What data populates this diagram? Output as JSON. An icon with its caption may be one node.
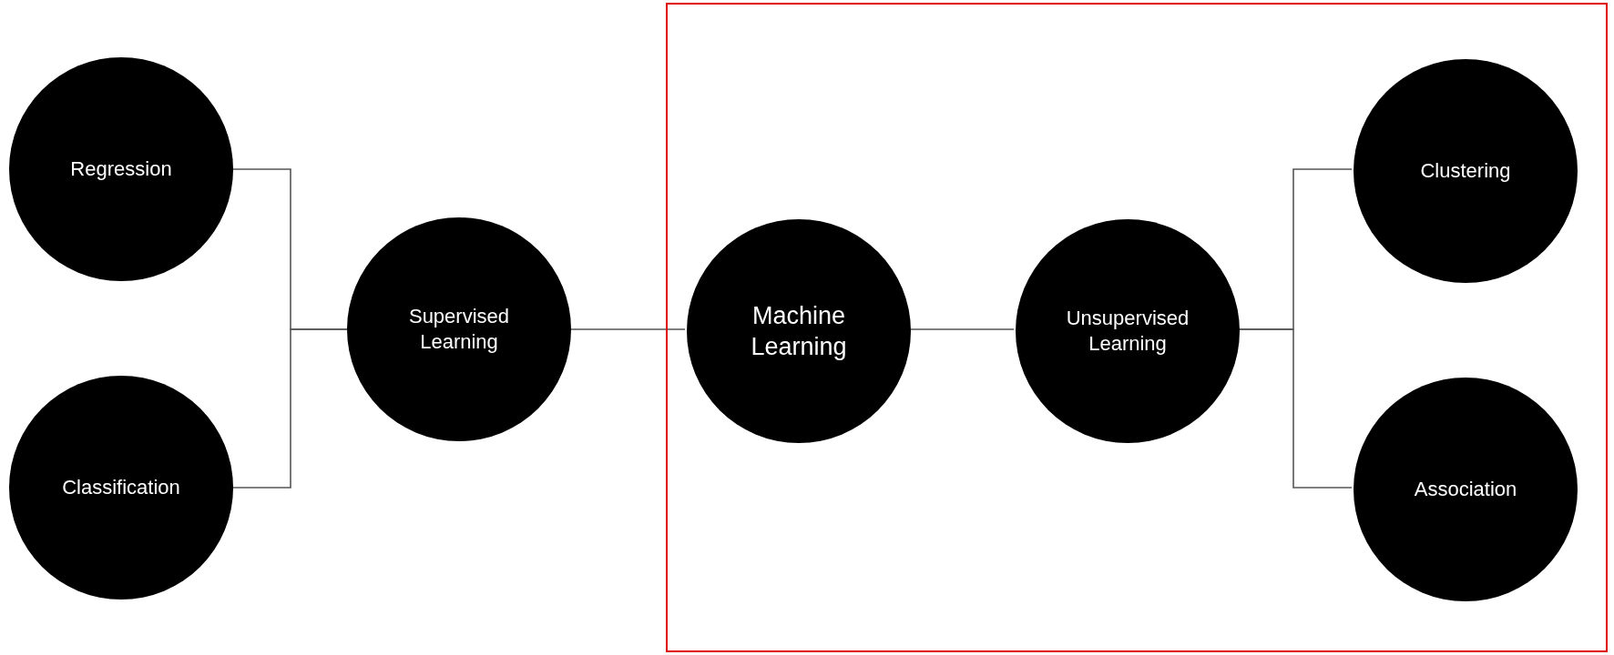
{
  "diagram": {
    "nodes": [
      {
        "text": [
          "Regression"
        ]
      },
      {
        "text": [
          "Classification"
        ]
      },
      {
        "text": [
          "Supervised Learning"
        ]
      },
      {
        "text": [],
        "shape": "box"
      },
      {
        "text": [
          "Machine Learning"
        ],
        "in": 3
      },
      {
        "text": [
          "Unsupervised Learning"
        ],
        "in": 3
      },
      {
        "text": [
          "Clustering"
        ],
        "in": 3
      },
      {
        "text": [
          "Association"
        ],
        "in": 3
      }
    ],
    "edges": [
      {
        "from": 2,
        "to": 0,
        "arrow": "none"
      },
      {
        "from": 2,
        "to": 1,
        "arrow": "none"
      },
      {
        "from": 4,
        "to": 2,
        "arrow": "none"
      },
      {
        "from": 4,
        "to": 5,
        "arrow": "none"
      },
      {
        "from": 5,
        "to": 6,
        "arrow": "none"
      },
      {
        "from": 5,
        "to": 7,
        "arrow": "none"
      }
    ]
  }
}
